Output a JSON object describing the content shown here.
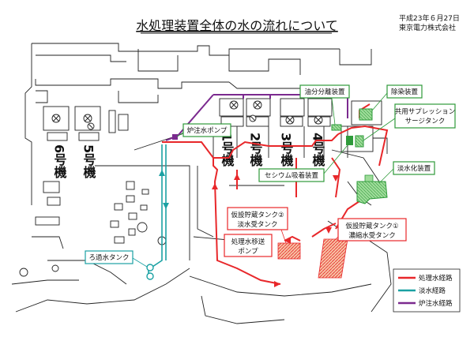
{
  "title": "水処理装置全体の水の流れについて",
  "date": "平成23年６月27日",
  "company": "東京電力株式会社",
  "units": {
    "unit6": "6号機",
    "unit5": "5号機",
    "unit1": "1号機",
    "unit2": "2号機",
    "unit3": "3号機",
    "unit4": "4号機"
  },
  "callouts": {
    "oil_separator": "油分分離装置",
    "decontamination": "除染装置",
    "suppression_tank": [
      "共用サプレッション",
      "サージタンク"
    ],
    "reactor_pump": "炉注水ポンプ",
    "cesium": "セシウム吸着装置",
    "desalination": "淡水化装置",
    "temp_tank2": [
      "仮設貯蔵タンク②",
      "淡水受タンク"
    ],
    "temp_tank1": [
      "仮設貯蔵タンク①",
      "濃縮水受タンク"
    ],
    "transfer_pump": [
      "処理水移送",
      "ポンプ"
    ],
    "filtered_tank": "ろ過水タンク"
  },
  "legend": [
    {
      "label": "処理水経路",
      "color": "#e8272a"
    },
    {
      "label": "淡水経路",
      "color": "#1aa1a3"
    },
    {
      "label": "炉注水経路",
      "color": "#7b2a8f"
    }
  ],
  "colors": {
    "treated": "#e8272a",
    "fresh": "#1aa1a3",
    "injection": "#7b2a8f",
    "green": "#2e9a3a",
    "green_fill": "#8fd18a",
    "tank_fill": "#f2a87e"
  }
}
